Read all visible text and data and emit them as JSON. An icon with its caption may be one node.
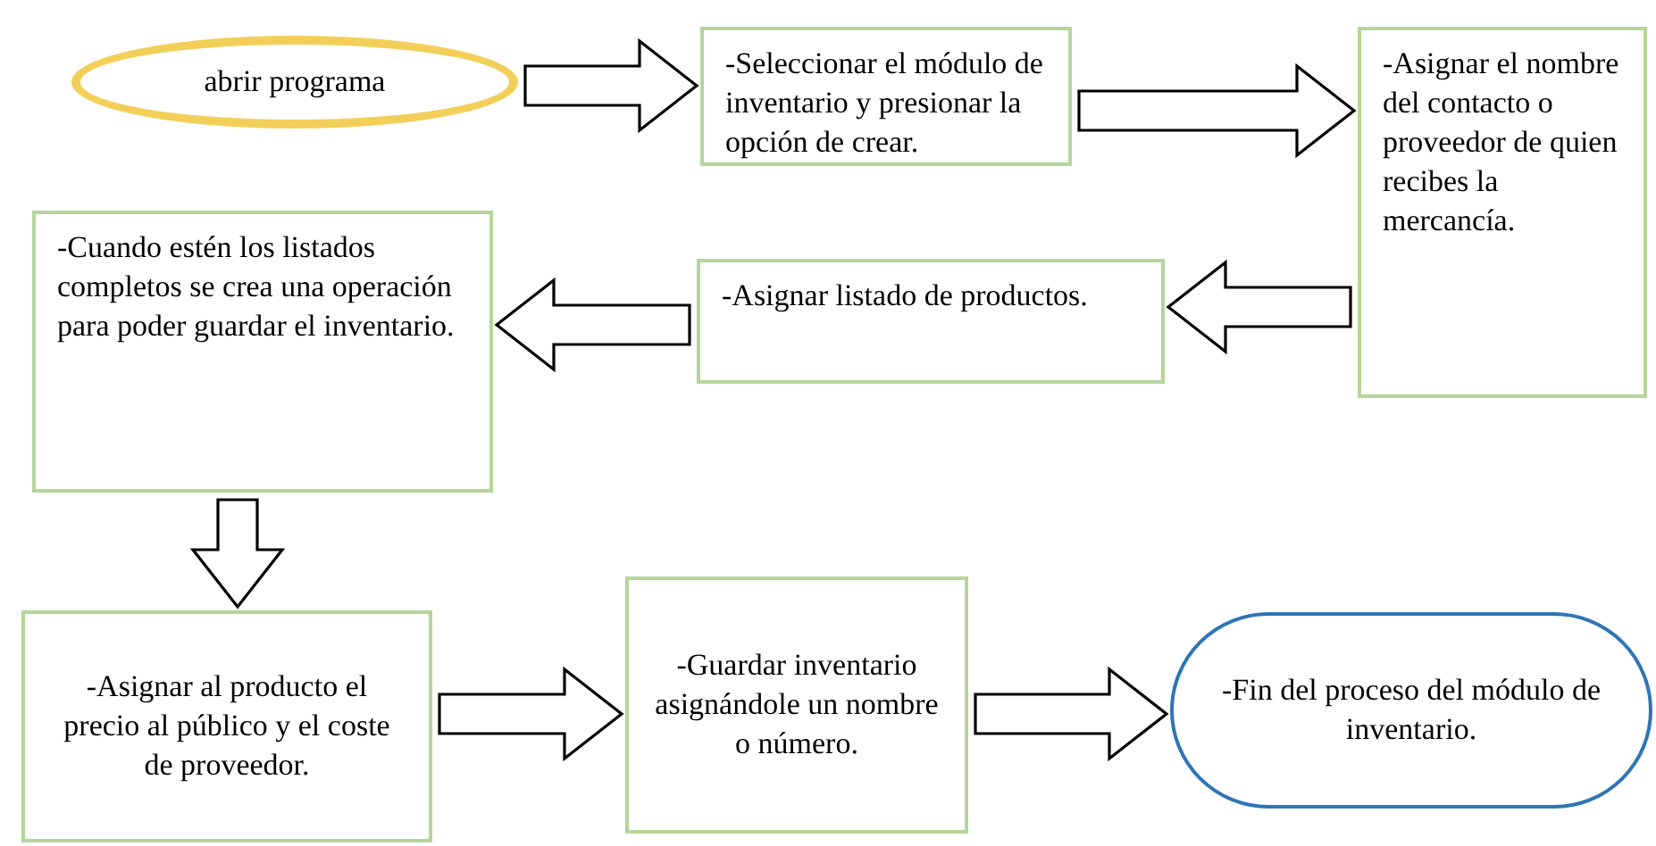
{
  "diagram": {
    "nodes": [
      {
        "text": [
          "abrir programa"
        ]
      },
      {
        "text": [
          "-Seleccionar el módulo de inventario y presionar la opción de crear."
        ]
      },
      {
        "text": [
          "-Asignar el nombre del contacto o proveedor de quien recibes la mercancía."
        ]
      },
      {
        "text": [
          "-Asignar listado de productos."
        ]
      },
      {
        "text": [
          "-Cuando estén los listados completos se crea una operación para poder guardar el inventario."
        ]
      },
      {
        "text": [
          "-Asignar al producto el precio al público y el coste de proveedor."
        ]
      },
      {
        "text": [
          "-Guardar inventario asignándole un nombre o número."
        ]
      },
      {
        "text": [
          "-Fin del proceso del módulo de inventario."
        ]
      }
    ],
    "edges": [
      {
        "from": 0,
        "to": 1,
        "arrow": "to"
      },
      {
        "from": 1,
        "to": 2,
        "arrow": "to"
      },
      {
        "from": 2,
        "to": 3,
        "arrow": "to"
      },
      {
        "from": 3,
        "to": 4,
        "arrow": "to"
      },
      {
        "from": 4,
        "to": 5,
        "arrow": "to"
      },
      {
        "from": 5,
        "to": 6,
        "arrow": "to"
      },
      {
        "from": 6,
        "to": 7,
        "arrow": "to"
      }
    ]
  }
}
